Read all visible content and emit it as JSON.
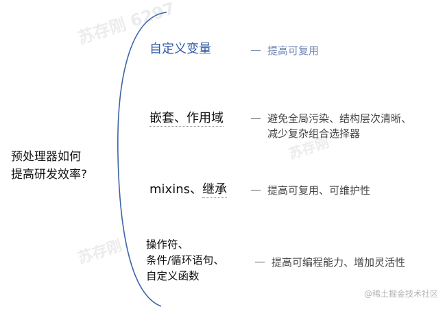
{
  "watermarks": {
    "text_1": "苏存刚 6297",
    "text_2": "苏存刚",
    "text_3": "苏存刚"
  },
  "root": {
    "line_1": "预处理器如何",
    "line_2": "提高研发效率?"
  },
  "topics": [
    {
      "label": "自定义变量",
      "detail": "提高可复用"
    },
    {
      "label": "嵌套、作用域",
      "detail_line_1": "避免全局污染、结构层次清晰、",
      "detail_line_2": "减少复杂组合选择器"
    },
    {
      "label_part_1": "mixins、",
      "label_part_2": "继承",
      "detail": "提高可复用、可维护性"
    },
    {
      "label_line_1": "操作符、",
      "label_line_2": "条件/循环语句、",
      "label_line_3": "自定义函数",
      "detail": "提高可编程能力、增加灵活性"
    }
  ],
  "credit": "@稀土掘金技术社区",
  "colors": {
    "brace": "#3d63a8",
    "highlight_topic": "#2f5aa6",
    "highlight_detail": "#6f86b5"
  }
}
